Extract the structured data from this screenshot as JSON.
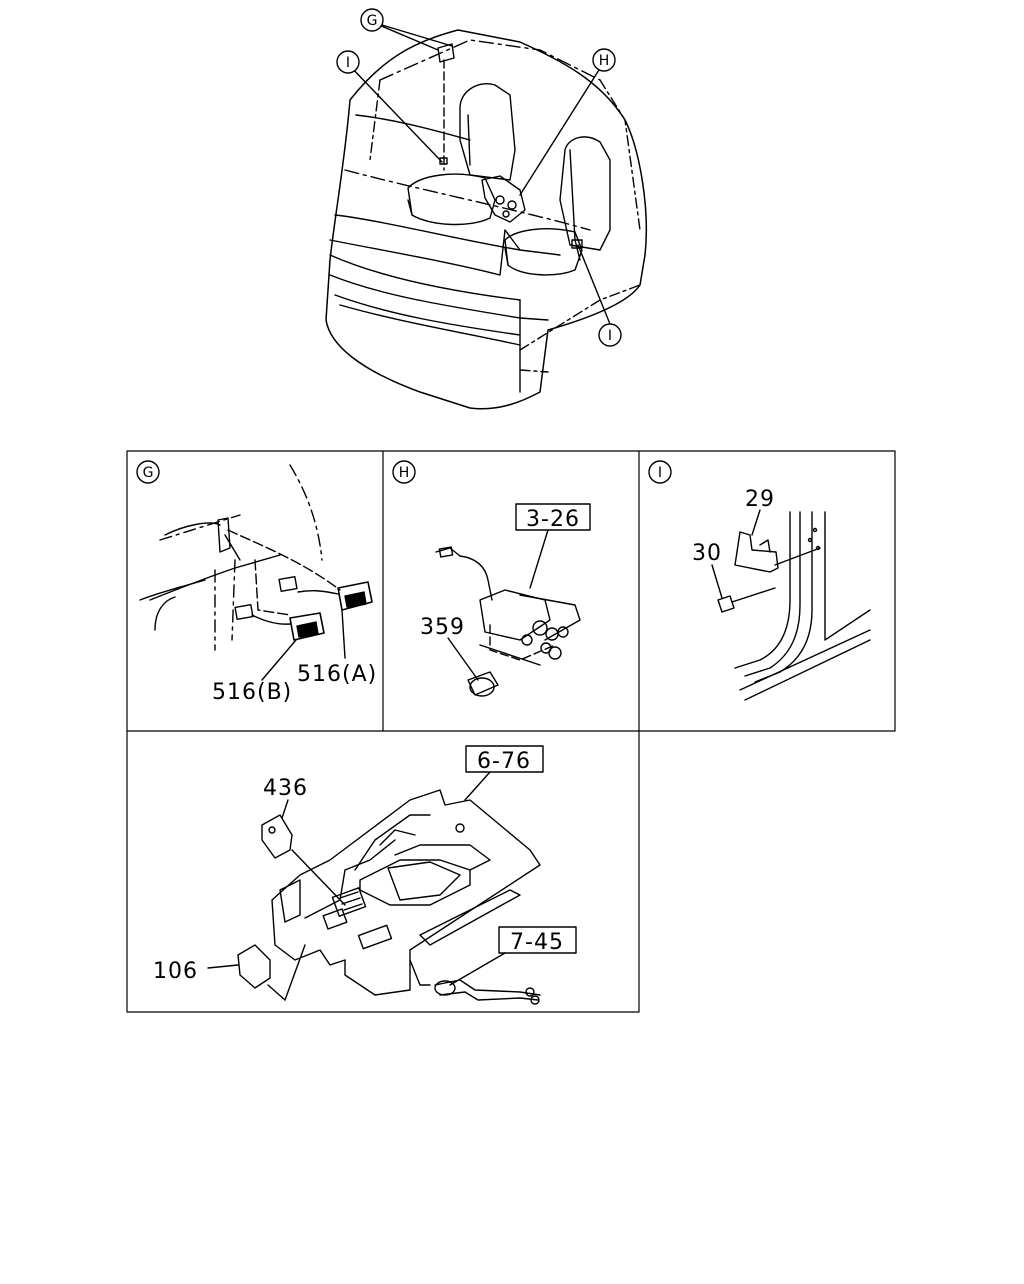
{
  "callouts": {
    "G": "G",
    "H": "H",
    "I": "I"
  },
  "panels": {
    "g": {
      "circle": "G",
      "parts": {
        "a": "516(A)",
        "b": "516(B)"
      }
    },
    "h": {
      "circle": "H",
      "ref": "3-26",
      "parts": {
        "p359": "359"
      }
    },
    "i": {
      "circle": "I",
      "parts": {
        "p29": "29",
        "p30": "30"
      }
    },
    "console": {
      "ref1": "6-76",
      "ref2": "7-45",
      "parts": {
        "p436": "436",
        "p106": "106"
      }
    }
  },
  "colors": {
    "ink": "#000000",
    "paper": "#ffffff"
  }
}
